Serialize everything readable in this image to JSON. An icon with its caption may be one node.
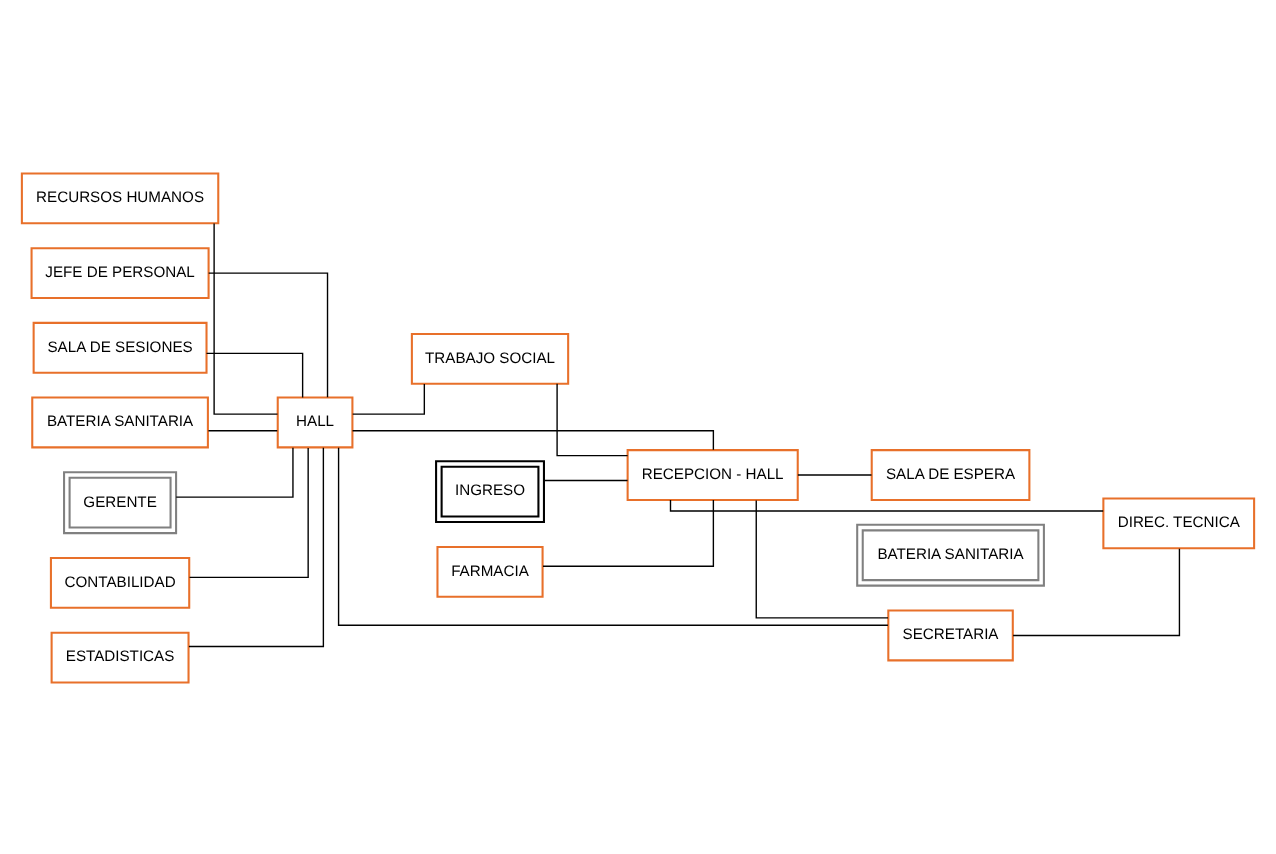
{
  "diagram": {
    "nodes": [
      {
        "text": [
          "RECURSOS HUMANOS"
        ]
      },
      {
        "text": [
          "JEFE DE PERSONAL"
        ]
      },
      {
        "text": [
          "SALA DE SESIONES"
        ]
      },
      {
        "text": [
          "BATERIA SANITARIA"
        ]
      },
      {
        "text": [
          "GERENTE"
        ]
      },
      {
        "text": [
          "CONTABILIDAD"
        ]
      },
      {
        "text": [
          "ESTADISTICAS"
        ]
      },
      {
        "text": [
          "HALL"
        ]
      },
      {
        "text": [
          "TRABAJO SOCIAL"
        ]
      },
      {
        "text": [
          "RECEPCION - HALL"
        ]
      },
      {
        "text": [
          "SECRETARIA"
        ]
      },
      {
        "text": [
          "DIREC. TECNICA"
        ]
      },
      {
        "text": [
          "INGRESO"
        ]
      },
      {
        "text": [
          "FARMACIA"
        ]
      },
      {
        "text": [
          "SALA DE ESPERA"
        ]
      },
      {
        "text": [
          "BATERIA SANITARIA"
        ]
      }
    ],
    "edges": [
      {
        "from": 0,
        "to": 7,
        "arrow": "none"
      },
      {
        "from": 1,
        "to": 7,
        "arrow": "none"
      },
      {
        "from": 2,
        "to": 7,
        "arrow": "none"
      },
      {
        "from": 3,
        "to": 7,
        "arrow": "none"
      },
      {
        "from": 4,
        "to": 7,
        "arrow": "none"
      },
      {
        "from": 5,
        "to": 7,
        "arrow": "none"
      },
      {
        "from": 6,
        "to": 7,
        "arrow": "none"
      },
      {
        "from": 7,
        "to": 8,
        "arrow": "none"
      },
      {
        "from": 7,
        "to": 9,
        "arrow": "none"
      },
      {
        "from": 7,
        "to": 10,
        "arrow": "none"
      },
      {
        "from": 8,
        "to": 9,
        "arrow": "none"
      },
      {
        "from": 9,
        "to": 10,
        "arrow": "none"
      },
      {
        "from": 10,
        "to": 11,
        "arrow": "none"
      },
      {
        "from": 12,
        "to": 9,
        "arrow": "none"
      },
      {
        "from": 13,
        "to": 9,
        "arrow": "none"
      },
      {
        "from": 9,
        "to": 11,
        "arrow": "none"
      },
      {
        "from": 9,
        "to": 14,
        "arrow": "none"
      }
    ]
  }
}
